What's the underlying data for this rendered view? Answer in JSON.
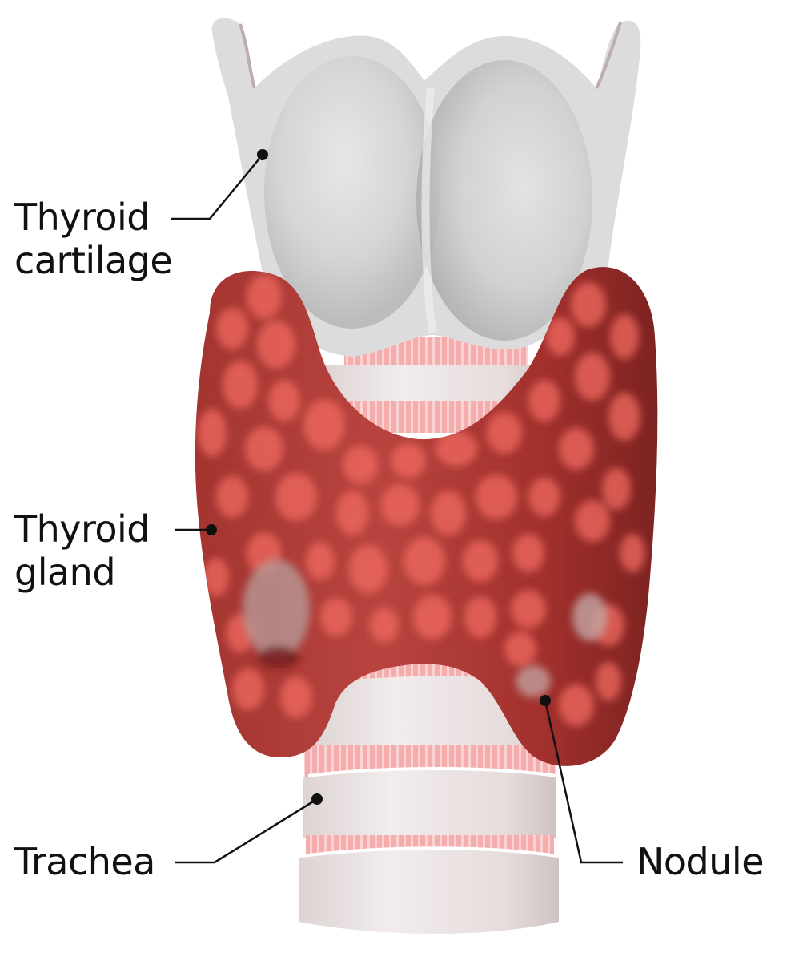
{
  "diagram": {
    "type": "anatomical-illustration",
    "subject": "Thyroid anatomy with nodules",
    "labels": [
      {
        "id": "thyroid-cartilage",
        "lines": [
          "Thyroid",
          "cartilage"
        ],
        "pointer": [
          328,
          193
        ]
      },
      {
        "id": "thyroid-gland",
        "lines": [
          "Thyroid",
          "gland"
        ],
        "pointer": [
          264,
          661
        ]
      },
      {
        "id": "trachea",
        "lines": [
          "Trachea"
        ],
        "pointer": [
          396,
          997
        ]
      },
      {
        "id": "nodule",
        "lines": [
          "Nodule"
        ],
        "pointer": [
          681,
          874
        ]
      }
    ],
    "colors": {
      "background": "#ffffff",
      "cartilage": "#dedfdf",
      "cartilage_shadow": "#b9b9b9",
      "gland_dark": "#8e2a28",
      "gland_mid": "#b8403c",
      "gland_follicle": "#f06a60",
      "nodule": "#b79896",
      "trachea_ring": "#ece4e4",
      "trachea_band": "#f4b3b3",
      "text": "#111111",
      "leader_line": "#111111"
    }
  }
}
